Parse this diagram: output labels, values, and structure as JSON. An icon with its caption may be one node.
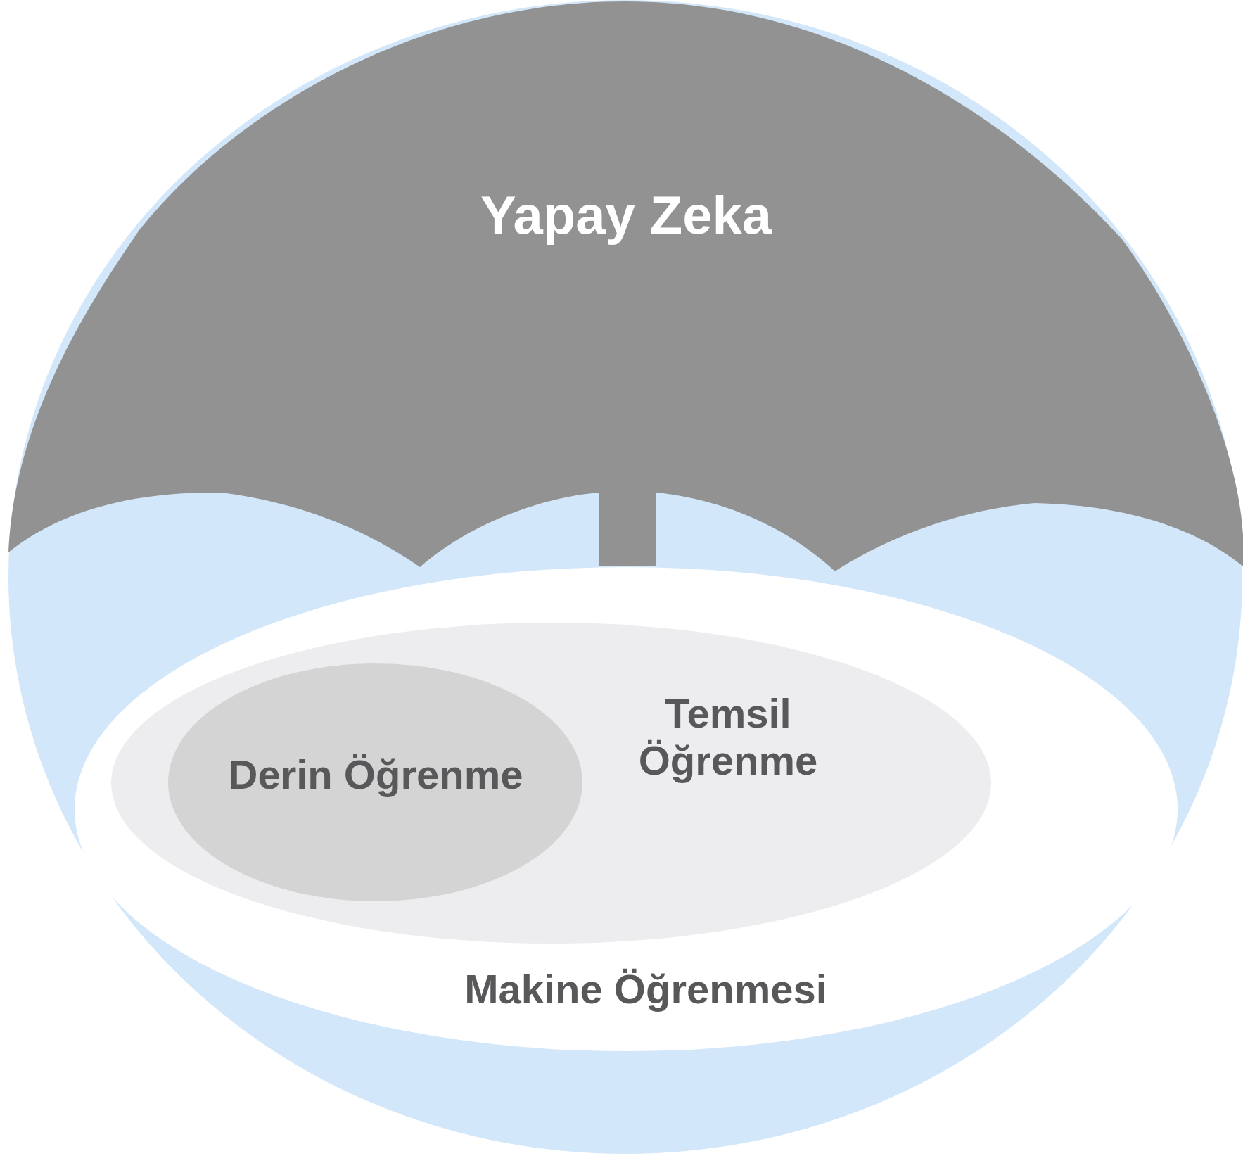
{
  "diagram": {
    "nodes": [
      {
        "text": [
          "Yapay Zeka"
        ]
      },
      {
        "text": [
          "Makine Öğrenmesi"
        ],
        "in": 0
      },
      {
        "text": [
          "Temsil Öğrenme"
        ],
        "in": 1
      },
      {
        "text": [
          "Derin Öğrenme"
        ],
        "in": 2
      }
    ]
  }
}
